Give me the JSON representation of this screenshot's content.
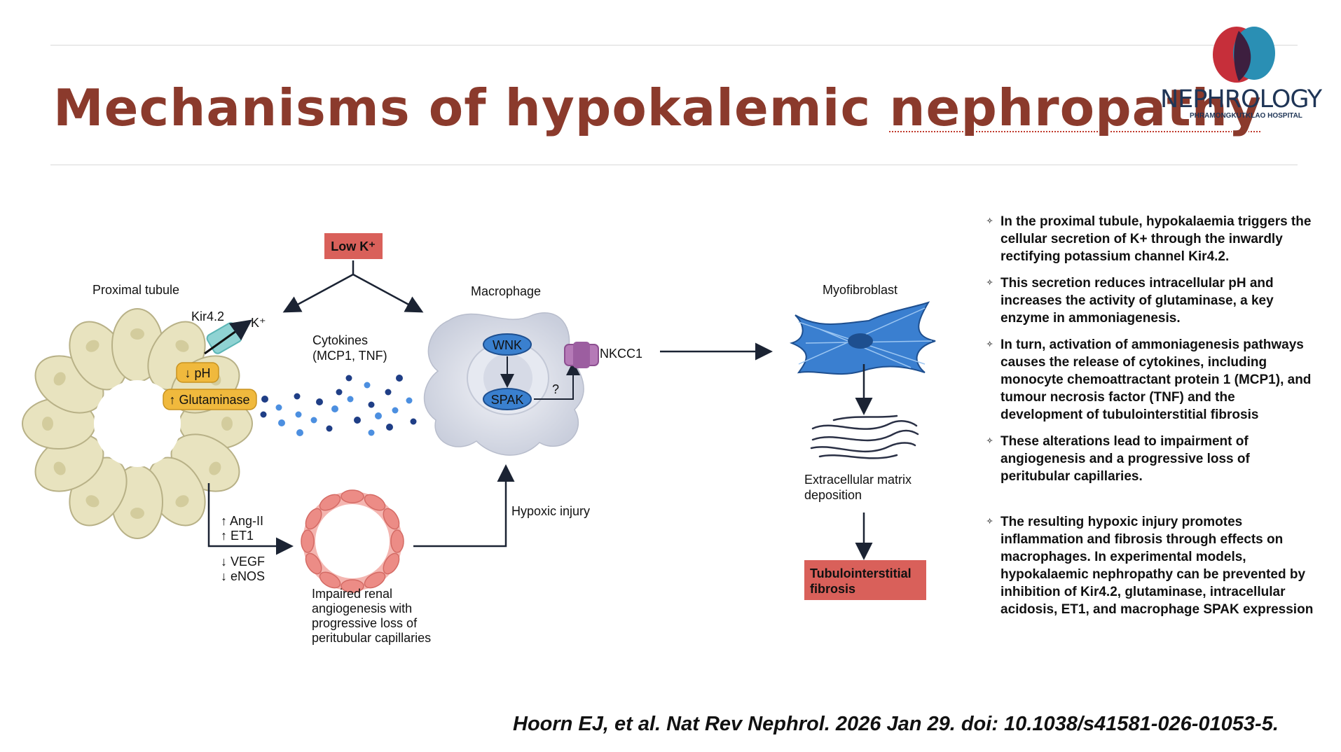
{
  "title": {
    "part1": "Mechanisms of hypokalemic ",
    "part2": "nephropathy"
  },
  "logo": {
    "name": "NEPHROLOGY",
    "subtitle": "PHRAMONGKUTKLAO HOSPITAL",
    "colors": [
      "#c62f3a",
      "#2a8fb4",
      "#3d1f3f"
    ]
  },
  "diagram": {
    "low_k": "Low K⁺",
    "proximal_tubule": "Proximal tubule",
    "kir": "Kir4.2",
    "k_plus": "K⁺",
    "ph": "↓ pH",
    "glutaminase": "↑ Glutaminase",
    "cytokines_line1": "Cytokines",
    "cytokines_line2": "(MCP1, TNF)",
    "macrophage": "Macrophage",
    "wnk": "WNK",
    "spak": "SPAK",
    "question": "?",
    "nkcc1": "NKCC1",
    "myofibroblast": "Myofibroblast",
    "ecm_line1": "Extracellular matrix",
    "ecm_line2": "deposition",
    "fibrosis_line1": "Tubulointerstitial",
    "fibrosis_line2": "fibrosis",
    "ang": "↑ Ang-II",
    "et1": "↑ ET1",
    "vegf": "↓ VEGF",
    "enos": "↓ eNOS",
    "impaired_line1": "Impaired renal",
    "impaired_line2": "angiogenesis with",
    "impaired_line3": "progressive loss of",
    "impaired_line4": "peritubular capillaries",
    "hypoxic": "Hypoxic injury",
    "colors": {
      "red_box": "#d9605a",
      "tubule": "#e8e3bf",
      "badge": "#f0b93d",
      "wnk_spak": "#3a80cf",
      "macrophage": "#dde1ec",
      "capillary": "#ec8c86",
      "myofibroblast": "#2f6fc4"
    }
  },
  "bullets": [
    "In the proximal tubule, hypokalaemia triggers the cellular secretion of K+ through the inwardly rectifying potassium channel Kir4.2.",
    "This secretion reduces intracellular pH and increases the activity of glutaminase, a key enzyme in ammoniagenesis.",
    "In turn, activation of ammoniagenesis pathways causes the release of cytokines, including monocyte chemoattractant protein 1 (MCP1), and tumour necrosis factor (TNF) and the development of tubulointerstitial fibrosis",
    "These alterations lead to impairment of angiogenesis and a progressive loss of peritubular capillaries.",
    "The resulting hypoxic injury promotes inflammation and fibrosis through effects on macrophages. In experimental models, hypokalaemic nephropathy can be prevented by inhibition of Kir4.2, glutaminase, intracellular acidosis, ET1, and macrophage SPAK expression"
  ],
  "citation": "Hoorn EJ, et al. Nat Rev Nephrol. 2026 Jan 29. doi: 10.1038/s41581-026-01053-5."
}
